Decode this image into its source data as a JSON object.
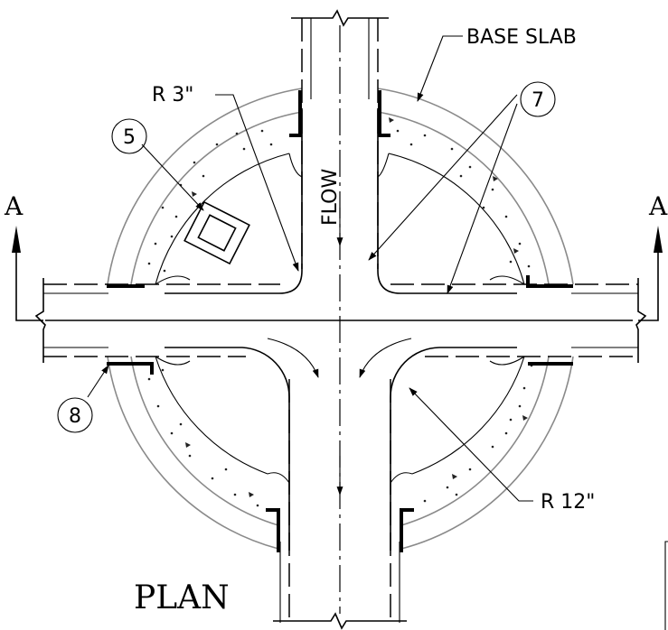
{
  "labels": {
    "base_slab": "BASE SLAB",
    "radius_small": "R 3\"",
    "radius_large": "R 12\"",
    "flow": "FLOW",
    "plan": "PLAN",
    "section_left": "A",
    "section_right": "A"
  },
  "callouts": {
    "five": "5",
    "seven": "7",
    "eight": "8"
  }
}
